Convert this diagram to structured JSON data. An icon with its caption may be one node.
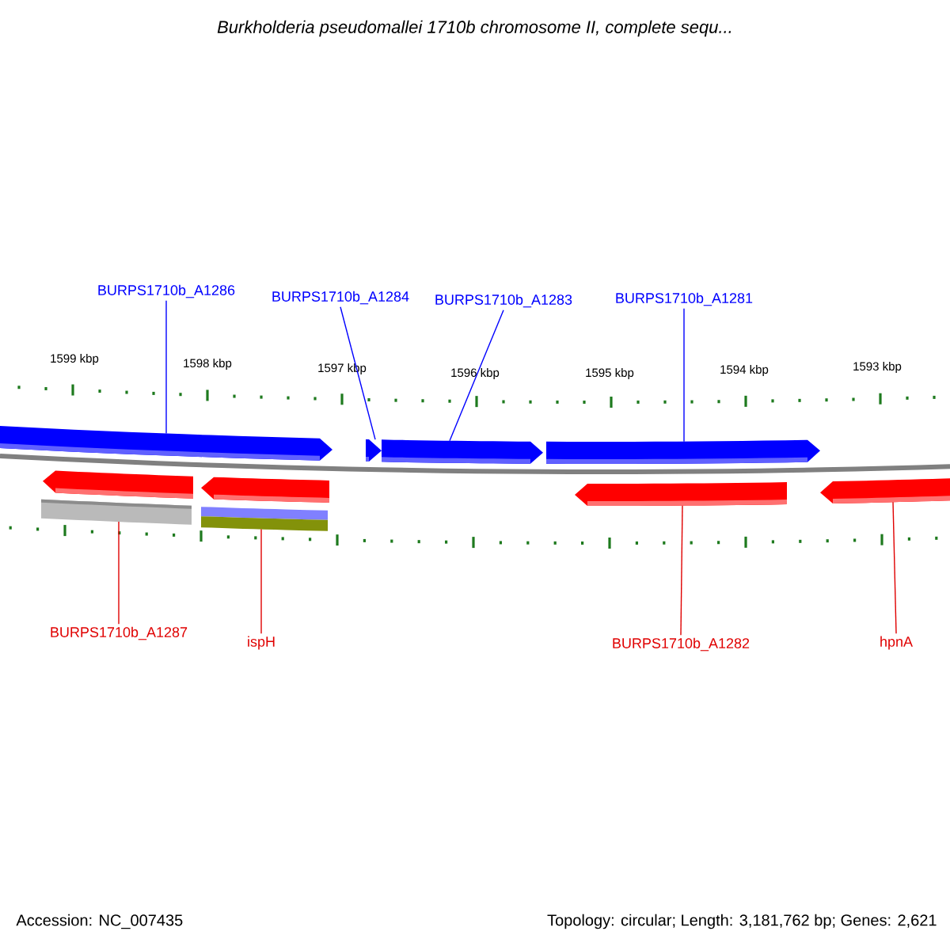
{
  "diagram": {
    "title": "Burkholderia pseudomallei 1710b chromosome II, complete sequ...",
    "nodes": [
      {
        "text": [
          "BURPS1710b_A1286"
        ]
      },
      {
        "text": [
          "BURPS1710b_A1284"
        ]
      },
      {
        "text": [
          "BURPS1710b_A1283"
        ]
      },
      {
        "text": [
          "BURPS1710b_A1281"
        ]
      },
      {
        "text": [
          "BURPS1710b_A1287"
        ]
      },
      {
        "text": [
          "ispH"
        ]
      },
      {
        "text": [
          "BURPS1710b_A1282"
        ]
      },
      {
        "text": [
          "hpnA"
        ]
      },
      {
        "text": [],
        "shape": "arrow"
      },
      {
        "text": [],
        "shape": "arrow"
      },
      {
        "text": [],
        "shape": "arrow"
      },
      {
        "text": [],
        "shape": "arrow"
      },
      {
        "text": [],
        "shape": "arrow"
      },
      {
        "text": [],
        "shape": "arrow"
      },
      {
        "text": [],
        "shape": "arrow"
      },
      {
        "text": [],
        "shape": "arrow"
      },
      {
        "text": [],
        "shape": "bar"
      },
      {
        "text": [],
        "shape": "bar"
      }
    ],
    "edges": [
      {
        "from": 0,
        "to": 8,
        "arrow": "none",
        "color": "#0000ff"
      },
      {
        "from": 1,
        "to": 9,
        "arrow": "none",
        "color": "#0000ff"
      },
      {
        "from": 2,
        "to": 10,
        "arrow": "none",
        "color": "#0000ff"
      },
      {
        "from": 3,
        "to": 11,
        "arrow": "none",
        "color": "#0000ff"
      },
      {
        "from": 4,
        "to": 16,
        "arrow": "none",
        "color": "#e00000"
      },
      {
        "from": 5,
        "to": 17,
        "arrow": "none",
        "color": "#e00000"
      },
      {
        "from": 6,
        "to": 14,
        "arrow": "none",
        "color": "#e00000"
      },
      {
        "from": 7,
        "to": 15,
        "arrow": "none",
        "color": "#e00000"
      }
    ],
    "labels": [
      "1599 kbp",
      "1598 kbp",
      "1597 kbp",
      "1596 kbp",
      "1595 kbp",
      "1594 kbp",
      "1593 kbp",
      "Accession: NC_007435",
      "Topology: circular; Length: 3,181,762 bp; Genes: 2,621"
    ]
  }
}
